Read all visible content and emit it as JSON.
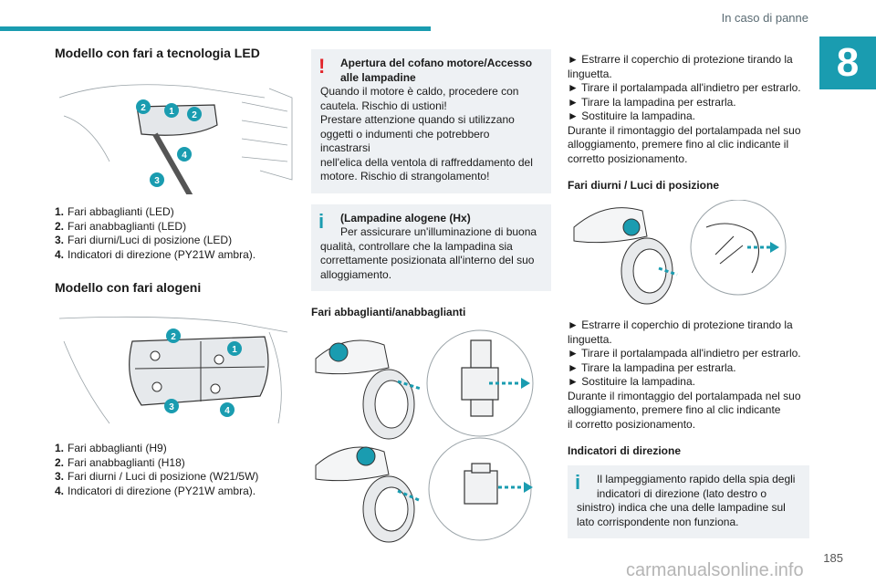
{
  "header": {
    "section_title": "In caso di panne",
    "chapter_number": "8",
    "accent_color": "#1a9cb0"
  },
  "col1": {
    "led": {
      "title": "Modello con fari a tecnologia LED",
      "callouts": [
        "2",
        "1",
        "2",
        "4",
        "3"
      ],
      "items": [
        {
          "num": "1.",
          "text": "Fari abbaglianti (LED)"
        },
        {
          "num": "2.",
          "text": "Fari anabbaglianti (LED)"
        },
        {
          "num": "3.",
          "text": "Fari diurni/Luci di posizione (LED)"
        },
        {
          "num": "4.",
          "text": "Indicatori di direzione (PY21W ambra)."
        }
      ]
    },
    "halogen": {
      "title": "Modello con fari alogeni",
      "callouts": [
        "2",
        "1",
        "3",
        "4"
      ],
      "items": [
        {
          "num": "1.",
          "text": "Fari abbaglianti (H9)"
        },
        {
          "num": "2.",
          "text": "Fari anabbaglianti (H18)"
        },
        {
          "num": "3.",
          "text": "Fari diurni / Luci di posizione (W21/5W)"
        },
        {
          "num": "4.",
          "text": "Indicatori di direzione (PY21W ambra)."
        }
      ]
    }
  },
  "col2": {
    "warning": {
      "icon": "warning-exclamation-icon",
      "icon_color": "#e2242a",
      "title_lines": [
        "Apertura del cofano motore/Accesso",
        "alle lampadine"
      ],
      "lines": [
        "Quando il motore è caldo, procedere con",
        "cautela. Rischio di ustioni!",
        "Prestare attenzione quando si utilizzano",
        "oggetti o indumenti che potrebbero incastrarsi",
        "nell'elica della ventola di raffreddamento del",
        "motore. Rischio di strangolamento!"
      ]
    },
    "info": {
      "icon": "info-icon",
      "title": "(Lampadine alogene (Hx)",
      "lines": [
        "Per assicurare un'illuminazione di buona",
        "qualità, controllare che la lampadina sia",
        "correttamente posizionata all'interno del suo",
        "alloggiamento."
      ]
    },
    "beam_title": "Fari abbaglianti/anabbaglianti"
  },
  "col3": {
    "steps_top": [
      [
        "► Estrarre il coperchio di protezione tirando la",
        "linguetta."
      ],
      [
        "► Tirare il portalampada all'indietro per estrarlo."
      ],
      [
        "► Tirare la lampadina per estrarla."
      ],
      [
        "► Sostituire la lampadina."
      ]
    ],
    "reassembly_top": [
      "Durante il rimontaggio del portalampada nel suo",
      "alloggiamento, premere fino al clic indicante il",
      "corretto posizionamento."
    ],
    "drl_title": "Fari diurni / Luci di posizione",
    "steps_bottom": [
      [
        "► Estrarre il coperchio di protezione tirando la",
        "linguetta."
      ],
      [
        "► Tirare il portalampada all'indietro per estrarlo."
      ],
      [
        "► Tirare la lampadina per estrarla."
      ],
      [
        "► Sostituire la lampadina."
      ]
    ],
    "reassembly_bottom": [
      "Durante il rimontaggio del portalampada nel suo",
      "alloggiamento, premere fino al clic indicante",
      "il corretto posizionamento."
    ],
    "indicators_title": "Indicatori di direzione",
    "indicators_info": {
      "icon": "info-icon",
      "lines": [
        "Il lampeggiamento rapido della spia degli",
        "indicatori di direzione (lato destro o",
        "sinistro) indica che una delle lampadine sul",
        "lato corrispondente non funziona."
      ]
    }
  },
  "footer": {
    "page_number": "185",
    "watermark": "carmanualsonline.info"
  }
}
